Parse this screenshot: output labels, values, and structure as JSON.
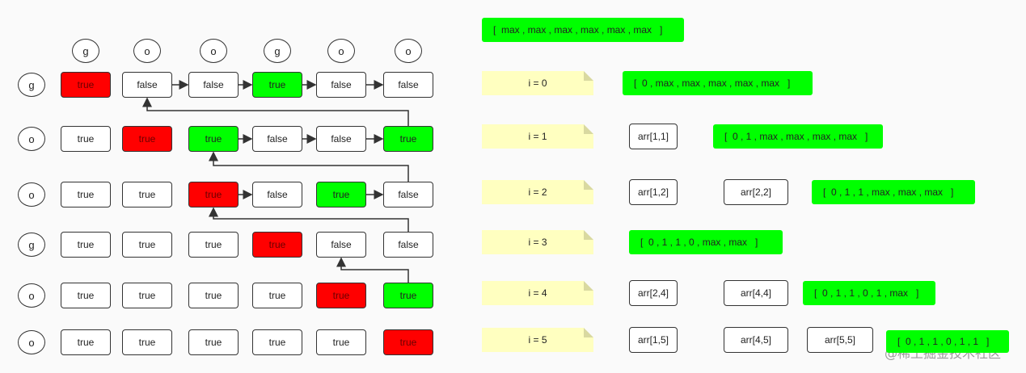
{
  "column_headers": [
    "g",
    "o",
    "o",
    "g",
    "o",
    "o"
  ],
  "row_headers": [
    "g",
    "o",
    "o",
    "g",
    "o",
    "o"
  ],
  "grid": [
    [
      {
        "text": "true",
        "color": "red"
      },
      {
        "text": "false"
      },
      {
        "text": "false"
      },
      {
        "text": "true",
        "color": "green"
      },
      {
        "text": "false"
      },
      {
        "text": "false"
      }
    ],
    [
      {
        "text": "true"
      },
      {
        "text": "true",
        "color": "red"
      },
      {
        "text": "true",
        "color": "green"
      },
      {
        "text": "false"
      },
      {
        "text": "false"
      },
      {
        "text": "true",
        "color": "green"
      }
    ],
    [
      {
        "text": "true"
      },
      {
        "text": "true"
      },
      {
        "text": "true",
        "color": "red"
      },
      {
        "text": "false"
      },
      {
        "text": "true",
        "color": "green"
      },
      {
        "text": "false"
      }
    ],
    [
      {
        "text": "true"
      },
      {
        "text": "true"
      },
      {
        "text": "true"
      },
      {
        "text": "true",
        "color": "red"
      },
      {
        "text": "false"
      },
      {
        "text": "false"
      }
    ],
    [
      {
        "text": "true"
      },
      {
        "text": "true"
      },
      {
        "text": "true"
      },
      {
        "text": "true"
      },
      {
        "text": "true",
        "color": "red"
      },
      {
        "text": "true",
        "color": "green"
      }
    ],
    [
      {
        "text": "true"
      },
      {
        "text": "true"
      },
      {
        "text": "true"
      },
      {
        "text": "true"
      },
      {
        "text": "true"
      },
      {
        "text": "true",
        "color": "red"
      }
    ]
  ],
  "initial_result": "[  max , max , max , max , max , max   ]",
  "steps": [
    {
      "label": "i = 0",
      "refs": [],
      "result": "[  0 , max , max , max , max , max   ]"
    },
    {
      "label": "i = 1",
      "refs": [
        "arr[1,1]"
      ],
      "result": "[  0 , 1 , max , max , max , max   ]"
    },
    {
      "label": "i = 2",
      "refs": [
        "arr[1,2]",
        "arr[2,2]"
      ],
      "result": "[  0 , 1 , 1 , max , max , max   ]"
    },
    {
      "label": "i = 3",
      "refs": [],
      "result": "[  0 , 1 , 1 , 0 , max , max   ]"
    },
    {
      "label": "i = 4",
      "refs": [
        "arr[2,4]",
        "arr[4,4]"
      ],
      "result": "[  0 , 1 , 1 , 0 , 1 , max   ]"
    },
    {
      "label": "i = 5",
      "refs": [
        "arr[1,5]",
        "arr[4,5]",
        "arr[5,5]"
      ],
      "result": "[  0 , 1 , 1 , 0 , 1 , 1   ]"
    }
  ],
  "watermark": "@稀土掘金技术社区",
  "colors": {
    "red": "#ff0000",
    "green": "#00ff00",
    "note": "#ffffc0"
  }
}
